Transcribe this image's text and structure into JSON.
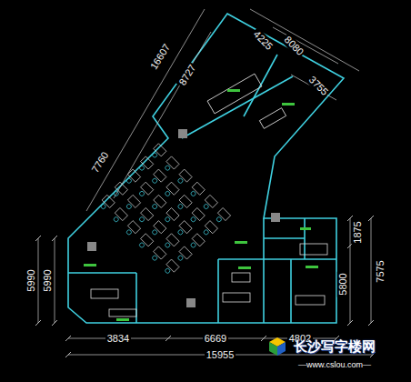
{
  "diagram": {
    "labels": [
      "4225",
      "8080",
      "16607",
      "8727",
      "3755",
      "7760",
      "1875",
      "5990",
      "5990",
      "5800",
      "7575",
      "3834",
      "6669",
      "4802",
      "15955",
      "长沙写字楼网",
      "—www.cslou.com—"
    ]
  }
}
